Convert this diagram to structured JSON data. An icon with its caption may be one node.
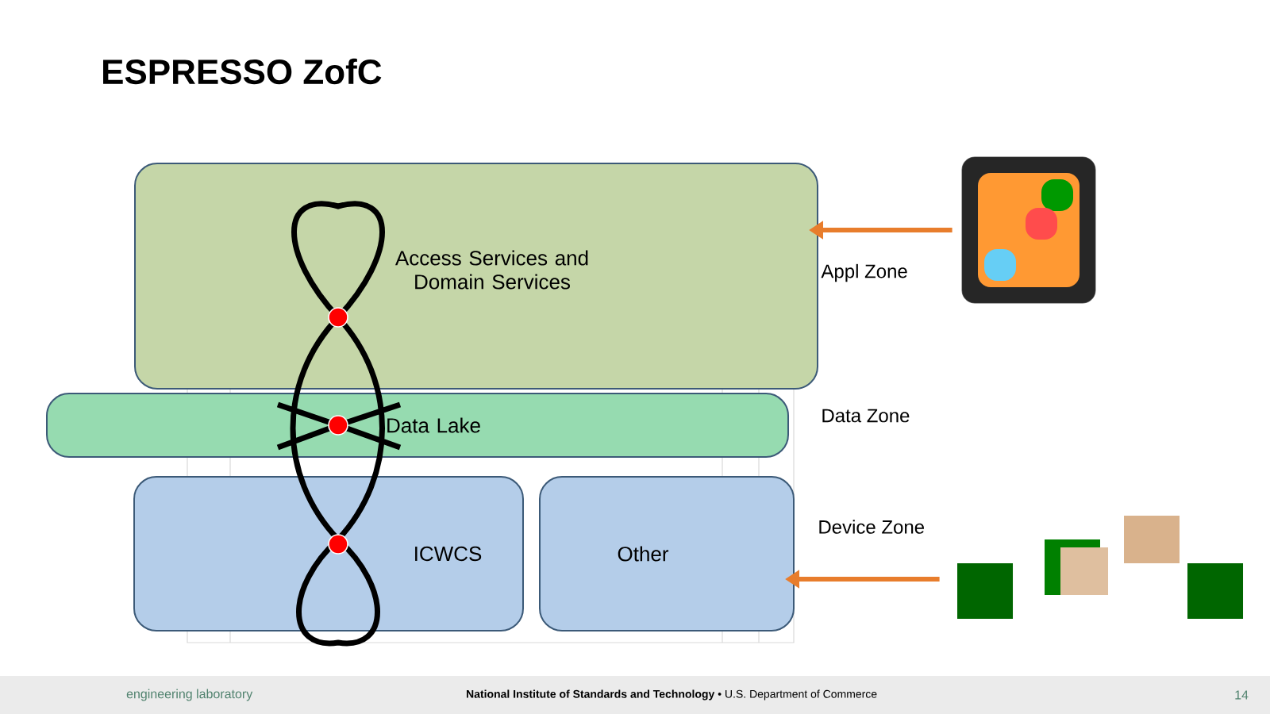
{
  "diagram": {
    "title": "ESPRESSO ZofC",
    "nodes": [
      {
        "text": [
          "Access Services and Domain Services"
        ]
      },
      {
        "text": [
          "Data Lake"
        ]
      },
      {
        "text": [
          "ICWCS"
        ]
      },
      {
        "text": [
          "Other"
        ]
      },
      {
        "text": [],
        "shape": "picture"
      },
      {
        "text": [],
        "shape": "picture"
      }
    ],
    "edges": [
      {
        "from": 4,
        "to": 0,
        "arrow": "to"
      },
      {
        "from": 5,
        "to": 3,
        "arrow": "to"
      }
    ],
    "labels": [
      "Appl Zone",
      "Data Zone",
      "Device Zone",
      "engineering laboratory",
      "**National Institute of Standards and Technology** • U.S. Department of Commerce",
      "14"
    ]
  }
}
